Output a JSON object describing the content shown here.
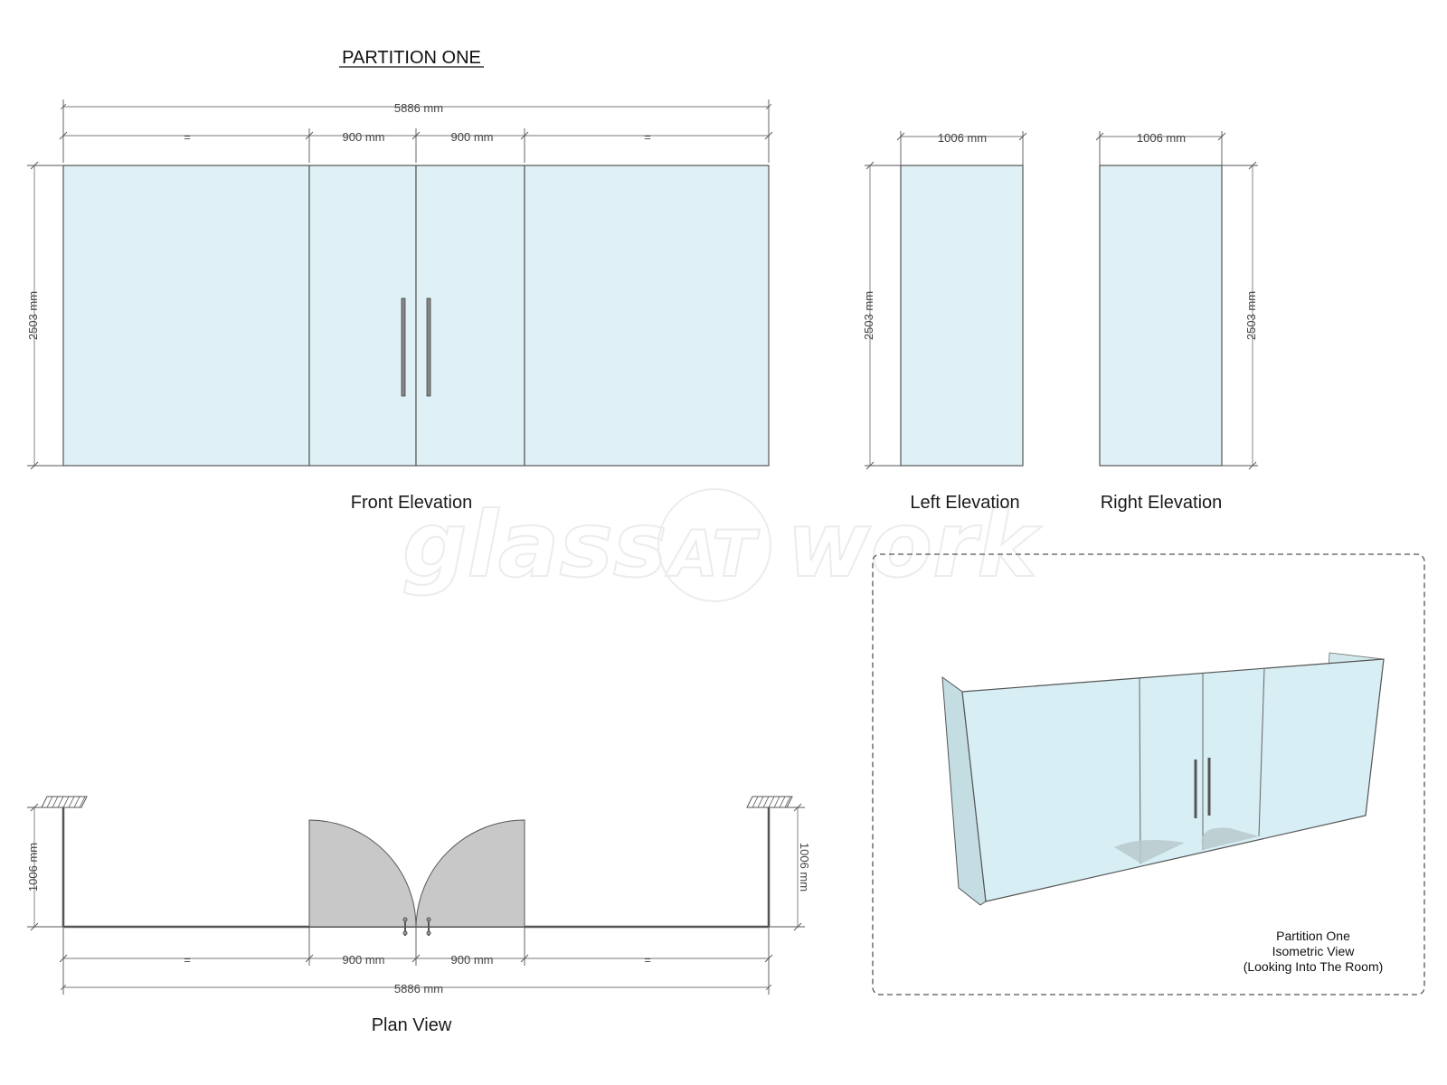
{
  "title": "PARTITION ONE",
  "watermark": {
    "word1": "glass",
    "badge": "AT",
    "word2": "work"
  },
  "front_elevation": {
    "label": "Front Elevation",
    "overall_width": "5886 mm",
    "segments": [
      "=",
      "900 mm",
      "900 mm",
      "="
    ],
    "height": "2503 mm"
  },
  "left_elevation": {
    "label": "Left Elevation",
    "width": "1006 mm",
    "height": "2503 mm"
  },
  "right_elevation": {
    "label": "Right Elevation",
    "width": "1006 mm",
    "height": "2503 mm"
  },
  "plan_view": {
    "label": "Plan View",
    "overall_width": "5886 mm",
    "segments": [
      "=",
      "900 mm",
      "900 mm",
      "="
    ],
    "return_left": "1006 mm",
    "return_right": "1006 mm"
  },
  "isometric": {
    "caption_line1": "Partition One",
    "caption_line2": "Isometric View",
    "caption_line3": "(Looking Into The Room)"
  },
  "colors": {
    "glass": "#dff1f6",
    "door_swing": "#d9d9d9",
    "line": "#555555"
  }
}
